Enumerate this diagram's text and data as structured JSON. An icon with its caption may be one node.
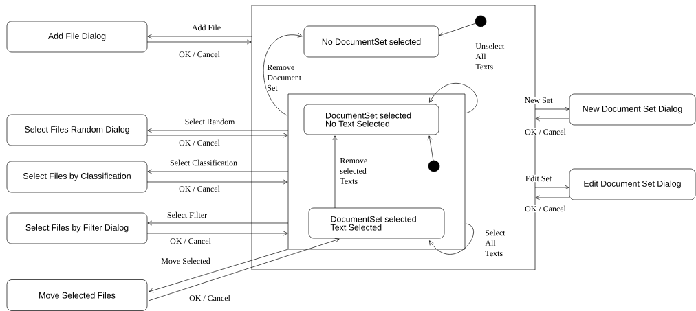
{
  "diagram": {
    "nodes": [
      {
        "text": [],
        "shape": "box"
      },
      {
        "text": [],
        "shape": "box",
        "in": 0
      },
      {
        "text": [
          "No DocumentSet selected"
        ],
        "in": 0
      },
      {
        "text": [],
        "shape": "circle",
        "in": 0
      },
      {
        "text": [
          "DocumentSet selected No Text Selected"
        ],
        "in": 1
      },
      {
        "text": [],
        "shape": "circle",
        "in": 1
      },
      {
        "text": [
          "DocumentSet selected Text Selected"
        ],
        "in": 1
      },
      {
        "text": [
          "Add File Dialog"
        ]
      },
      {
        "text": [
          "Select Files Random Dialog"
        ]
      },
      {
        "text": [
          "Select Files by Classification"
        ]
      },
      {
        "text": [
          "Select Files by Filter Dialog"
        ]
      },
      {
        "text": [
          "Move Selected Files"
        ]
      },
      {
        "text": [
          "New Document Set Dialog"
        ]
      },
      {
        "text": [
          "Edit Document Set Dialog"
        ]
      }
    ],
    "edges": [
      {
        "from": 0,
        "to": 7,
        "arrow": "to",
        "label": "Add File"
      },
      {
        "from": 7,
        "to": 0,
        "arrow": "to",
        "label": "OK / Cancel"
      },
      {
        "from": 1,
        "to": 8,
        "arrow": "to",
        "label": "Select Random"
      },
      {
        "from": 8,
        "to": 1,
        "arrow": "to",
        "label": "OK / Cancel"
      },
      {
        "from": 1,
        "to": 9,
        "arrow": "to",
        "label": "Select Classification"
      },
      {
        "from": 9,
        "to": 1,
        "arrow": "to",
        "label": "OK / Cancel"
      },
      {
        "from": 1,
        "to": 10,
        "arrow": "to",
        "label": "Select Filter"
      },
      {
        "from": 10,
        "to": 1,
        "arrow": "to",
        "label": "OK / Cancel"
      },
      {
        "from": 1,
        "to": 11,
        "arrow": "to",
        "label": "Move Selected"
      },
      {
        "from": 11,
        "to": 6,
        "arrow": "to",
        "label": "OK / Cancel"
      },
      {
        "from": 0,
        "to": 12,
        "arrow": "to",
        "label": "New Set"
      },
      {
        "from": 12,
        "to": 0,
        "arrow": "to",
        "label": "OK / Cancel"
      },
      {
        "from": 0,
        "to": 13,
        "arrow": "to",
        "label": "Edit Set"
      },
      {
        "from": 13,
        "to": 0,
        "arrow": "to",
        "label": "OK / Cancel"
      },
      {
        "from": 3,
        "to": 2,
        "arrow": "to"
      },
      {
        "from": 5,
        "to": 4,
        "arrow": "to"
      },
      {
        "from": 6,
        "to": 4,
        "arrow": "to",
        "label": "Remove selected Texts"
      },
      {
        "from": 1,
        "to": 2,
        "arrow": "to",
        "label": "Remove Document Set"
      },
      {
        "from": 1,
        "to": 4,
        "arrow": "to",
        "label": "Unselect All Texts"
      },
      {
        "from": 1,
        "to": 6,
        "arrow": "to",
        "label": "Select All Texts"
      }
    ]
  }
}
